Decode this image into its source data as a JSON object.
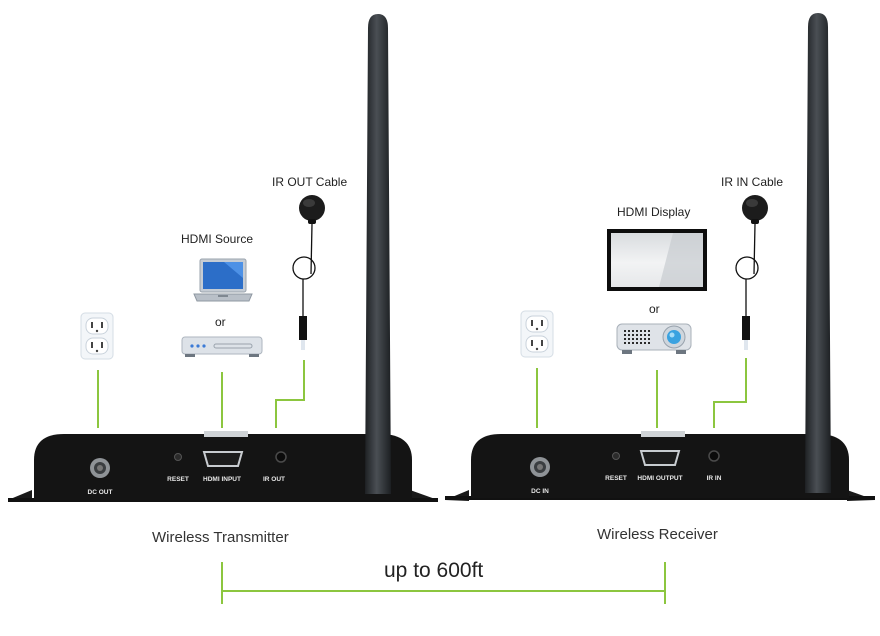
{
  "transmitter": {
    "caption": "Wireless Transmitter",
    "source_label": "HDMI Source",
    "or_label": "or",
    "ir_cable_label": "IR OUT Cable",
    "ports": {
      "dc": "DC OUT",
      "reset": "RESET",
      "hdmi": "HDMI INPUT",
      "ir": "IR OUT"
    },
    "icons": [
      "power-outlet-icon",
      "laptop-icon",
      "media-player-icon",
      "ir-emitter-icon",
      "antenna-icon"
    ]
  },
  "receiver": {
    "caption": "Wireless Receiver",
    "display_label": "HDMI Display",
    "or_label": "or",
    "ir_cable_label": "IR IN Cable",
    "ports": {
      "dc": "DC IN",
      "reset": "RESET",
      "hdmi": "HDMI OUTPUT",
      "ir": "IR IN"
    },
    "icons": [
      "power-outlet-icon",
      "monitor-icon",
      "projector-icon",
      "ir-receiver-icon",
      "antenna-icon"
    ]
  },
  "range": {
    "label": "up to 600ft"
  },
  "colors": {
    "connector_line": "#8cc63f",
    "device_body": "#141414",
    "antenna": "#2e3236"
  }
}
